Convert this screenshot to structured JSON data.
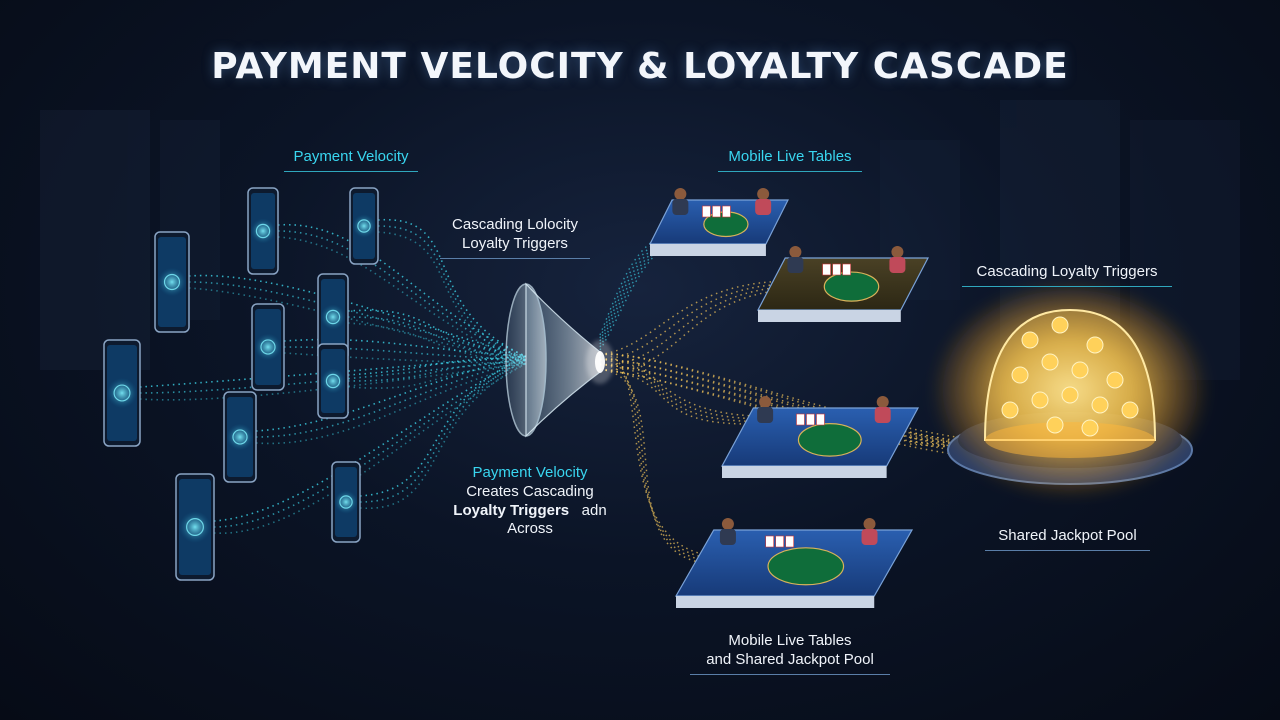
{
  "title": "PAYMENT VELOCITY & LOYALTY CASCADE",
  "labels": {
    "payment_velocity": "Payment Velocity",
    "mobile_live_tables": "Mobile Live Tables",
    "cascading_lolocity_line1": "Cascading Lolocity",
    "cascading_lolocity_line2": "Loyalty Triggers",
    "cascading_loyalty_triggers": "Cascading Loyalty Triggers",
    "center_line1": "Payment Velocity",
    "center_line2": "Creates Cascading",
    "center_line3_bold": "Loyalty Triggers",
    "center_line3_tail": "adn",
    "center_line4": "Across",
    "shared_jackpot_pool": "Shared Jackpot Pool",
    "bottom_line1": "Mobile Live Tables",
    "bottom_line2": "and Shared Jackpot Pool"
  },
  "colors": {
    "background": "#0b1426",
    "stream_cyan": "#3fe0f5",
    "stream_gold": "#f2c45a",
    "label_cyan": "#39d6f0",
    "jackpot_glow": "#ffd15a"
  },
  "icons": [
    "smartphone-icon",
    "funnel-icon",
    "live-table-icon",
    "jackpot-dome-icon",
    "coin-icon"
  ]
}
